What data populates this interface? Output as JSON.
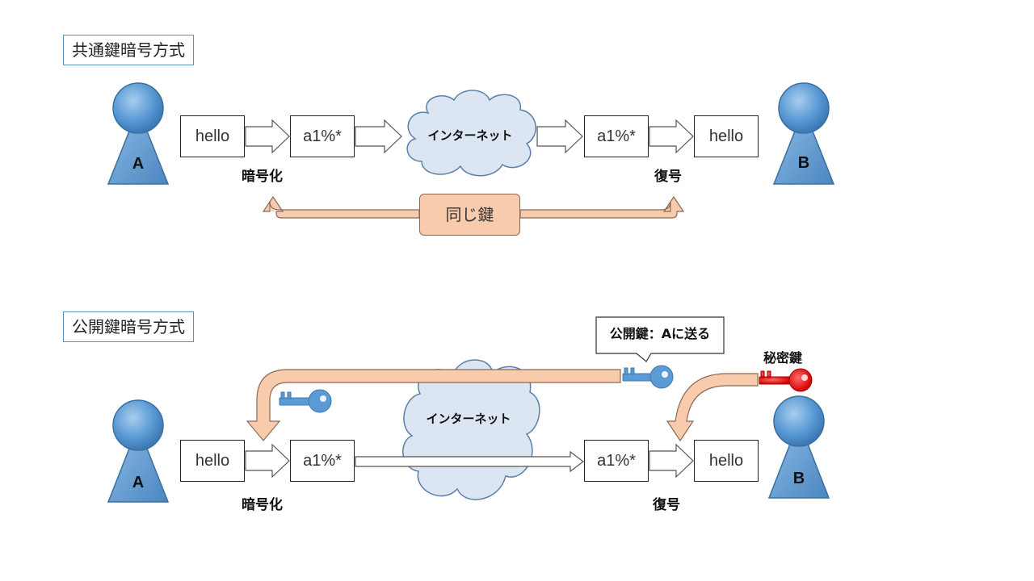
{
  "symmetric": {
    "title": "共通鍵暗号方式",
    "sender": "A",
    "receiver": "B",
    "plain_left": "hello",
    "cipher_left": "a1%*",
    "network": "インターネット",
    "cipher_right": "a1%*",
    "plain_right": "hello",
    "encrypt": "暗号化",
    "decrypt": "復号",
    "shared_key": "同じ鍵"
  },
  "public_key": {
    "title": "公開鍵暗号方式",
    "sender": "A",
    "receiver": "B",
    "plain_left": "hello",
    "cipher_left": "a1%*",
    "network": "インターネット",
    "cipher_right": "a1%*",
    "plain_right": "hello",
    "encrypt": "暗号化",
    "decrypt": "復号",
    "callout": "公開鍵：Aに送る",
    "secret_key": "秘密鍵"
  },
  "colors": {
    "person": "#5b9bd5",
    "cloud": "#dbe6f2",
    "shared_key_box": "#f8cbad",
    "public_key": "#5b9bd5",
    "secret_key": "#ff0000"
  }
}
